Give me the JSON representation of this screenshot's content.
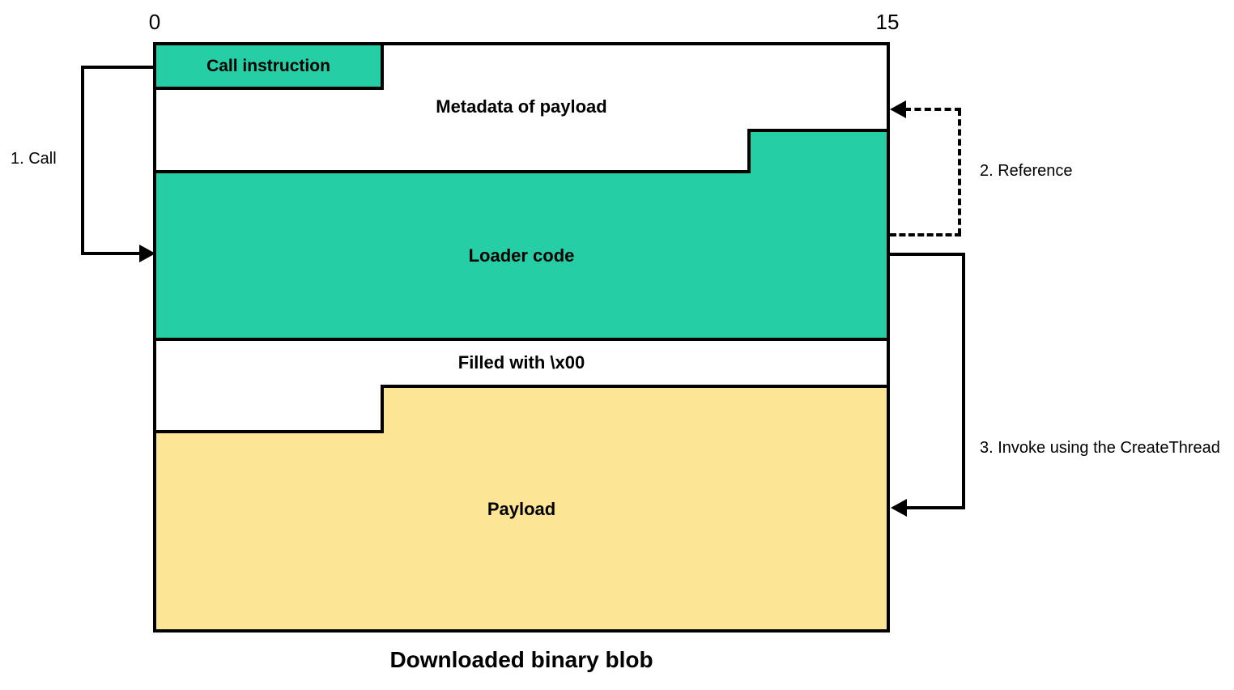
{
  "ruler": {
    "start": "0",
    "end": "15"
  },
  "blocks": {
    "call_instruction": "Call instruction",
    "metadata": "Metadata of payload",
    "loader": "Loader code",
    "filled": "Filled with \\x00",
    "payload": "Payload"
  },
  "annotations": {
    "call": "1. Call",
    "reference": "2. Reference",
    "invoke": "3. Invoke using the CreateThread"
  },
  "caption": "Downloaded binary blob",
  "colors": {
    "teal": "#26CEA5",
    "yellow": "#FDE596",
    "border": "#000000",
    "background": "#FFFFFF"
  }
}
